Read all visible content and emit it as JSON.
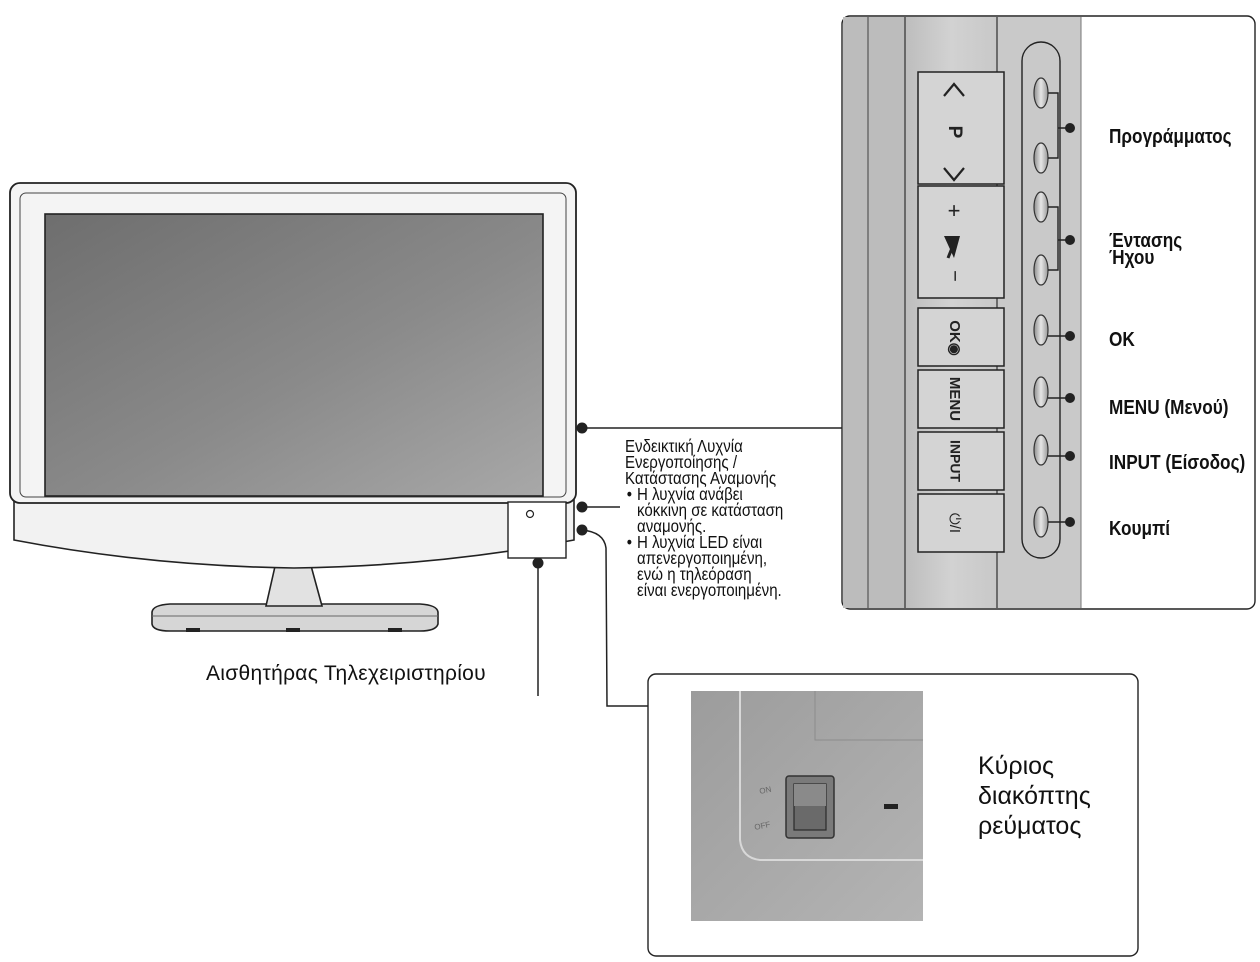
{
  "buttons": {
    "programme": "Προγράμματος",
    "volume_line1": "Έντασης",
    "volume_line2": "Ήχου",
    "ok": "OK",
    "menu": "MENU (Μενού)",
    "input": "INPUT (Είσοδος)",
    "power": "Κουμπί"
  },
  "panel_markings": {
    "prog_up": "^",
    "prog_letter": "P",
    "prog_down": "v",
    "vol_plus": "+",
    "vol_minus": "−",
    "ok": "OK◉",
    "menu": "MENU",
    "input": "INPUT",
    "power": "⏻/I"
  },
  "led_indicator": {
    "title_line1": "Ενδεικτική Λυχνία",
    "title_line2": "Ενεργοποίησης /",
    "title_line3": "Κατάστασης Αναμονής",
    "bullet": "•",
    "note1_line1": "Η λυχνία ανάβει",
    "note1_line2": "κόκκινη σε κατάσταση",
    "note1_line3": "αναμονής.",
    "note2_line1": "Η λυχνία LED είναι",
    "note2_line2": "απενεργοποιημένη,",
    "note2_line3": "ενώ η τηλεόραση",
    "note2_line4": "είναι ενεργοποιημένη."
  },
  "remote_sensor": "Αισθητήρας Τηλεχειριστηρίου",
  "main_power": {
    "line1": "Κύριος",
    "line2": "διακόπτης",
    "line3": "ρεύματος",
    "switch_on": "ON",
    "switch_off": "OFF"
  },
  "colors": {
    "outline": "#222222",
    "panel_grey": "#c4c4c4",
    "screen_dark": "#7c7c7c",
    "photo_grey": "#a6a6a6"
  }
}
